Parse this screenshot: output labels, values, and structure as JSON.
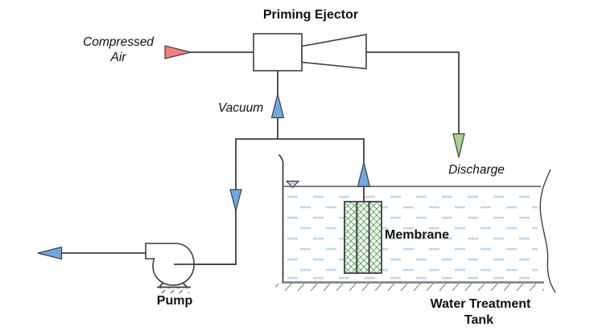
{
  "labels": {
    "priming_ejector": "Priming Ejector",
    "compressed_air_line1": "Compressed",
    "compressed_air_line2": "Air",
    "vacuum": "Vacuum",
    "discharge": "Discharge",
    "membrane": "Membrane",
    "pump": "Pump",
    "tank_line1": "Water Treatment",
    "tank_line2": "Tank"
  },
  "colors": {
    "pipe": "#3f3f3f",
    "tank_line": "#7d7d7d",
    "hatch_tick": "#8a8a8a",
    "pump_hatch": "#4a4a4a",
    "water_dash": "#BDD7EE",
    "arrow_blue": "#6FA8DC",
    "arrow_red": "#F08080",
    "arrow_green": "#A9D18E",
    "membrane_hatch": "#62A862",
    "water_level": "#BDD7EE",
    "text": "#111111",
    "background": "#ffffff"
  },
  "icons": {
    "compressed_air_arrow": "right-arrow",
    "vacuum_arrow": "up-arrow",
    "suction_arrow": "down-arrow",
    "intake_arrow": "up-arrow",
    "pump_outlet_arrow": "left-arrow",
    "discharge_arrow": "down-arrow",
    "water_level_marker": "inverted-triangle"
  }
}
